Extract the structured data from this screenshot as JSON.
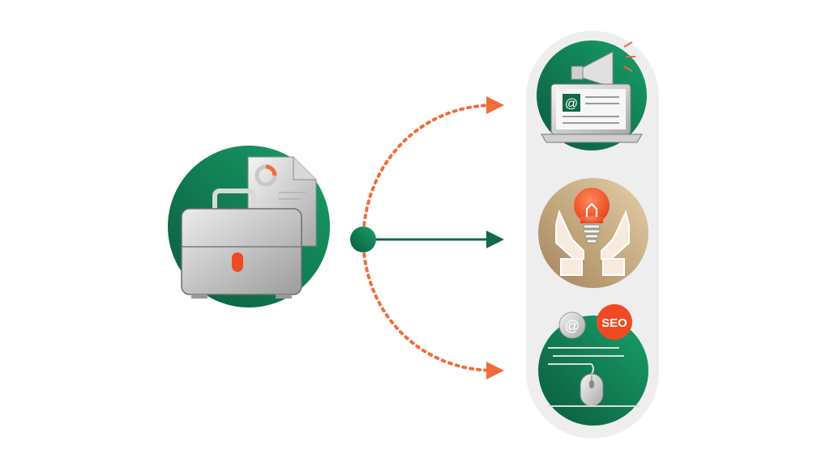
{
  "colors": {
    "green_dark": "#0b5a3c",
    "green_light": "#18a06a",
    "orange": "#f26b3a",
    "orange_red": "#f04a23",
    "gold_dark": "#a4845c",
    "gold_light": "#e5cfa8",
    "panel_gray": "#eeeeee",
    "object_gray": "#d0d0d0"
  },
  "hub": {
    "icon": "briefcase-with-report-icon"
  },
  "connectors": [
    {
      "name": "curved-dotted-arrow-top",
      "style": "dotted",
      "color": "orange"
    },
    {
      "name": "straight-arrow-middle",
      "style": "solid",
      "color": "green"
    },
    {
      "name": "curved-dotted-arrow-bottom",
      "style": "dotted",
      "color": "orange"
    }
  ],
  "channels": [
    {
      "icon": "laptop-email-megaphone-icon",
      "email_symbol": "@"
    },
    {
      "icon": "lightbulb-in-hands-icon"
    },
    {
      "icon": "seo-mouse-icon",
      "email_symbol": "@",
      "badge": "SEO"
    }
  ]
}
